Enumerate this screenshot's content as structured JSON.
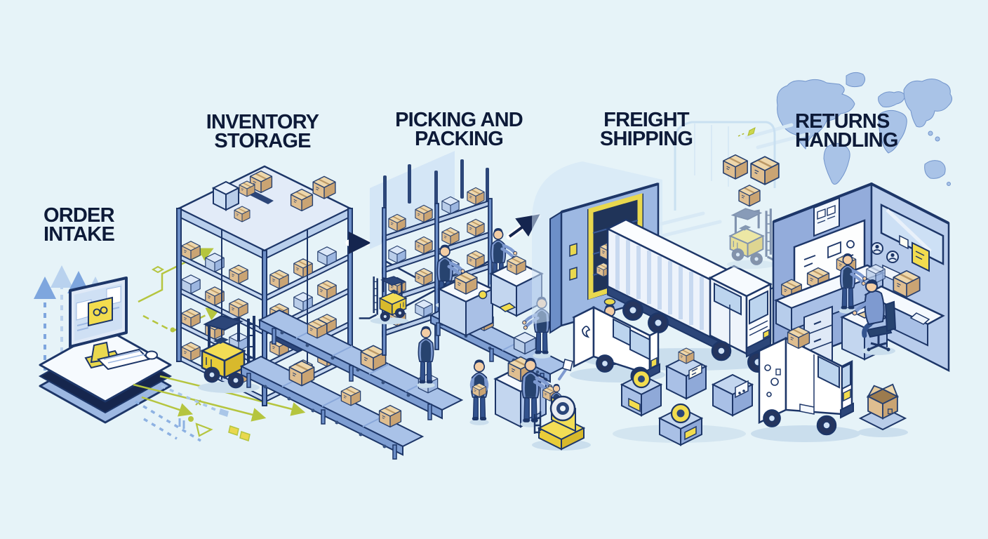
{
  "stages": [
    {
      "id": "order-intake",
      "label": "ORDER INTAKE",
      "line1": "ORDER",
      "line2": "INTAKE"
    },
    {
      "id": "inventory-storage",
      "label": "INVENTORY STORAGE",
      "line1": "INVENTORY",
      "line2": "STORAGE"
    },
    {
      "id": "picking-packing",
      "label": "PICKING AND PACKING",
      "line1": "PICKING AND",
      "line2": "PACKING"
    },
    {
      "id": "freight-shipping",
      "label": "FREIGHT SHIPPING",
      "line1": "FREIGHT",
      "line2": "SHIPPING"
    },
    {
      "id": "returns-handling",
      "label": "RETURNS HANDLING",
      "line1": "RETURNS",
      "line2": "HANDLING"
    }
  ],
  "colors": {
    "background": "#e6f3f8",
    "text_navy": "#0d1a38",
    "outline_navy": "#1d3668",
    "mid_blue": "#b7cdeb",
    "carton_tan": "#dfbe90",
    "accent_yellow": "#f2dc4e",
    "flow_olive": "#b5c53f",
    "map_blue": "#a6c1e7"
  }
}
